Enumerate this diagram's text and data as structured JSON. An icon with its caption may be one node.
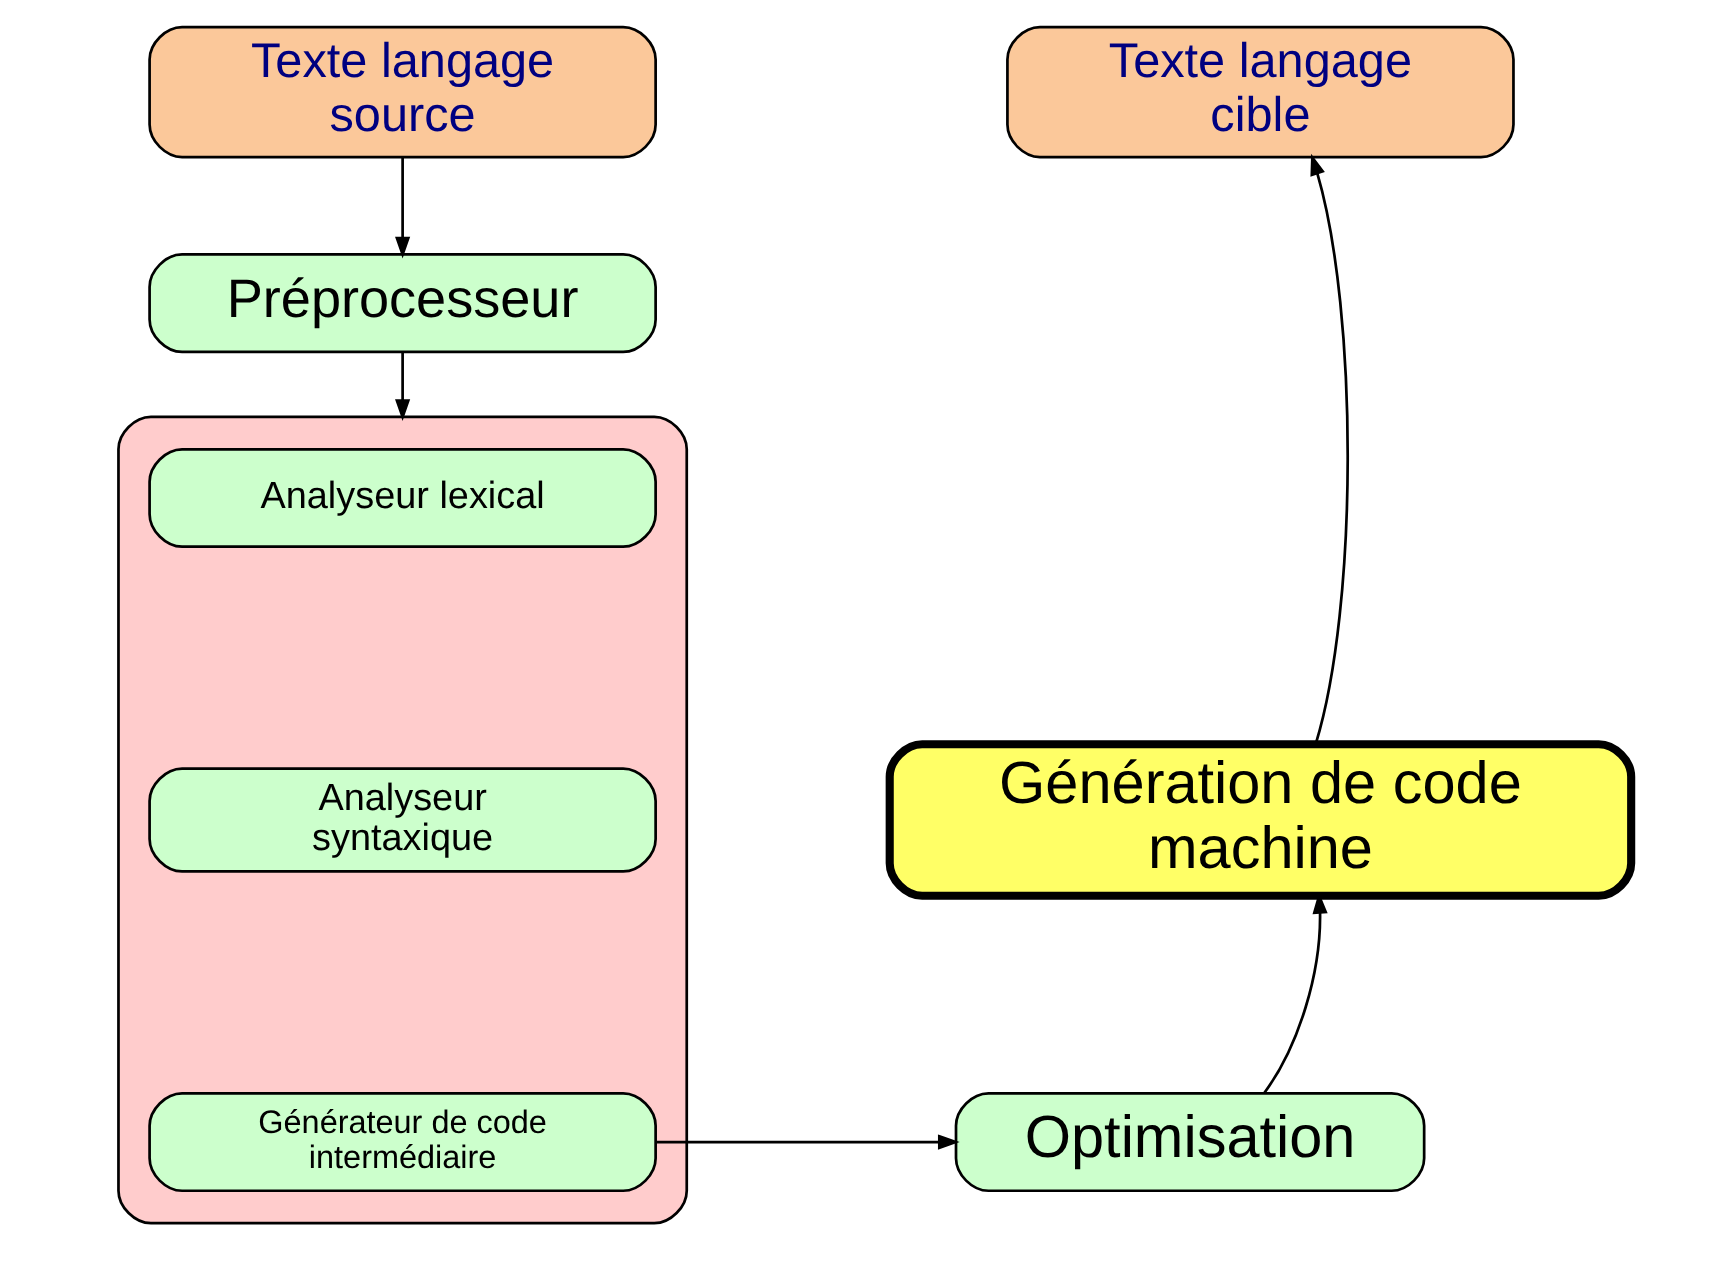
{
  "diagram": {
    "nodes": [
      {
        "text": [
          "Texte langage source"
        ]
      },
      {
        "text": [
          "Préprocesseur"
        ]
      },
      {
        "text": [],
        "shape": "box"
      },
      {
        "text": [
          "Analyseur lexical"
        ],
        "in": 2
      },
      {
        "text": [
          "Analyseur syntaxique"
        ],
        "in": 2
      },
      {
        "text": [
          "Générateur de code intermédiaire"
        ],
        "in": 2
      },
      {
        "text": [
          "Optimisation"
        ]
      },
      {
        "text": [
          "Génération de code machine"
        ]
      },
      {
        "text": [
          "Texte langage cible"
        ]
      }
    ],
    "edges": [
      {
        "from": 0,
        "to": 1,
        "arrow": "to"
      },
      {
        "from": 1,
        "to": 2,
        "arrow": "to"
      },
      {
        "from": 5,
        "to": 6,
        "arrow": "to"
      },
      {
        "from": 6,
        "to": 7,
        "arrow": "to"
      },
      {
        "from": 7,
        "to": 8,
        "arrow": "to"
      }
    ]
  }
}
